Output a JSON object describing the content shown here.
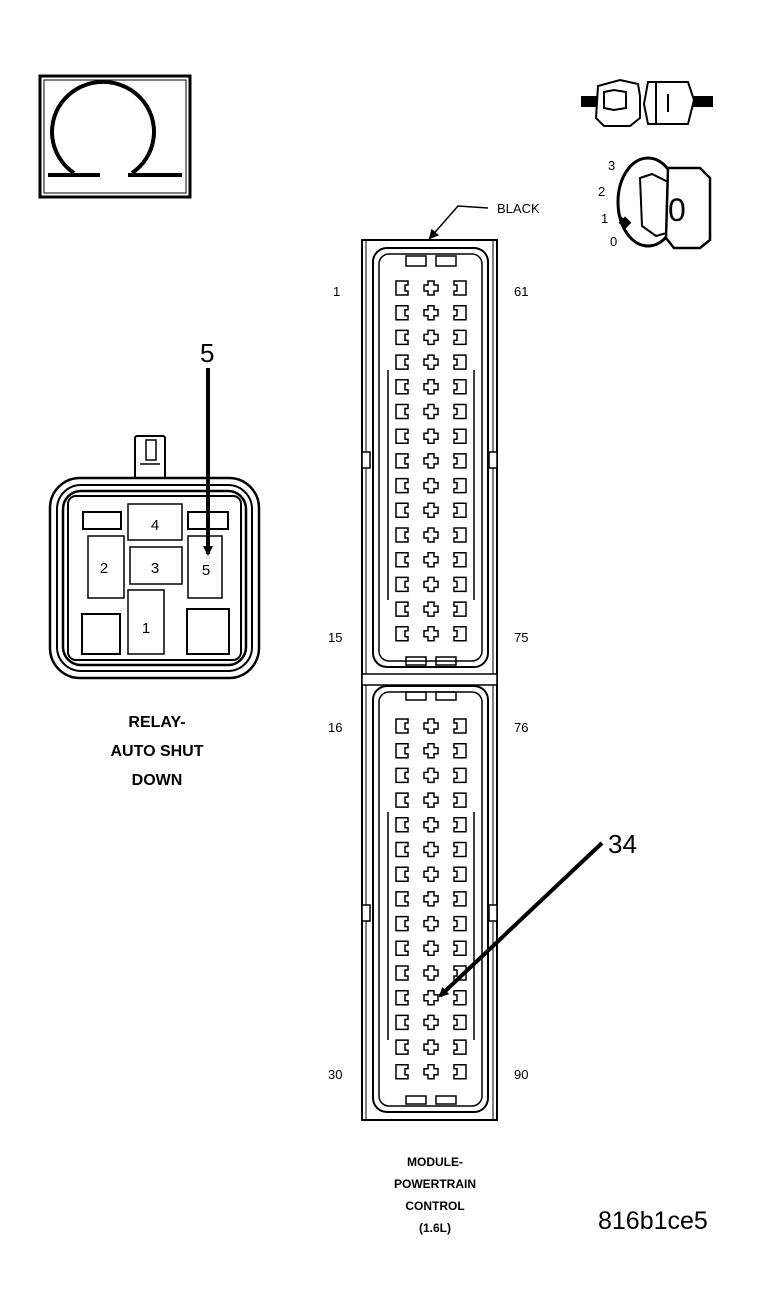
{
  "ohmmeter": {
    "symbol": "Ω"
  },
  "ignition": {
    "positions": [
      "3",
      "2",
      "1",
      "0"
    ],
    "key_position": "0"
  },
  "relay": {
    "callout_number": "5",
    "cavities": [
      "4",
      "2",
      "3",
      "5",
      "1"
    ],
    "title_lines": [
      "RELAY-",
      "AUTO SHUT",
      "DOWN"
    ]
  },
  "pcm": {
    "color_label": "BLACK",
    "pin_labels": {
      "top_left": "1",
      "top_right": "61",
      "mid_upper_left": "15",
      "mid_upper_right": "75",
      "mid_lower_left": "16",
      "mid_lower_right": "76",
      "bottom_left": "30",
      "bottom_right": "90"
    },
    "callout_number": "34",
    "title_lines": [
      "MODULE-",
      "POWERTRAIN",
      "CONTROL",
      "(1.6L)"
    ]
  },
  "figure_id": "816b1ce5",
  "colors": {
    "line": "#000000",
    "background": "#ffffff"
  }
}
